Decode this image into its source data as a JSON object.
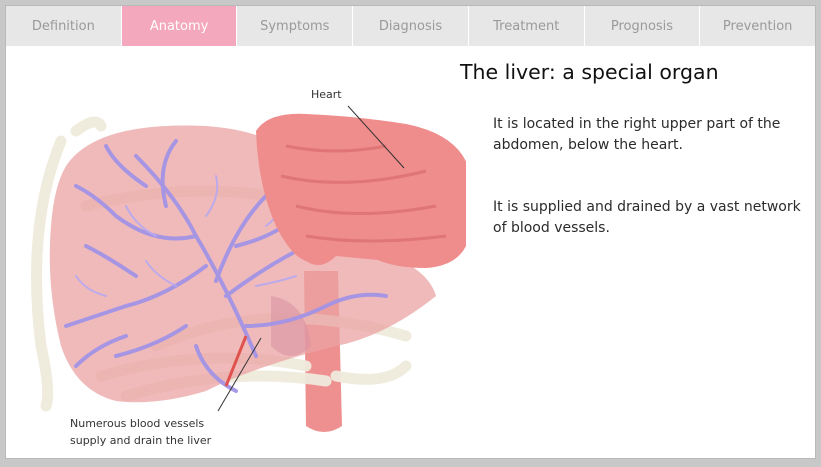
{
  "tabs": [
    {
      "label": "Definition",
      "active": false
    },
    {
      "label": "Anatomy",
      "active": true
    },
    {
      "label": "Symptoms",
      "active": false
    },
    {
      "label": "Diagnosis",
      "active": false
    },
    {
      "label": "Treatment",
      "active": false
    },
    {
      "label": "Prognosis",
      "active": false
    },
    {
      "label": "Prevention",
      "active": false
    }
  ],
  "content": {
    "title": "The liver: a special organ",
    "paragraphs": [
      "It is located in the right upper part of the abdomen, below the heart.",
      "It is supplied and drained by a vast network of blood vessels."
    ]
  },
  "illustration": {
    "heart_label": "Heart",
    "vessels_label_line1": "Numerous blood vessels",
    "vessels_label_line2": "supply and drain the liver"
  },
  "colors": {
    "active_tab": "#f4a8bd",
    "tab_bar": "#e7e7e7",
    "liver": "#e89a9a",
    "heart": "#ef8c8c",
    "vessels": "#9b8fe0",
    "ribs": "#efeadc"
  }
}
